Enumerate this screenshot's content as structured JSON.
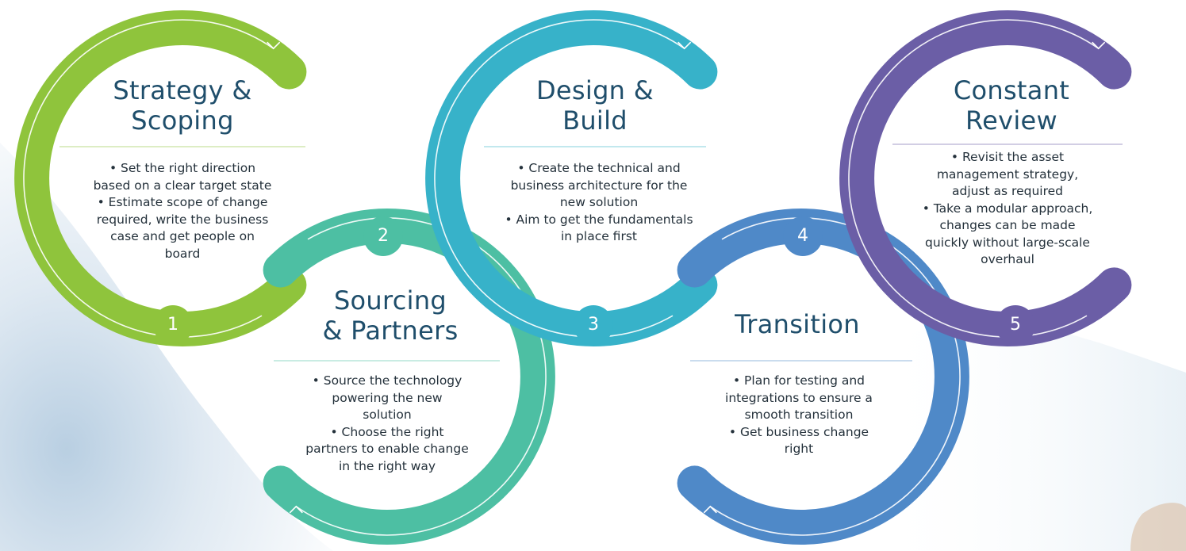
{
  "colors": {
    "stage1": "#8fc43c",
    "stage2": "#4dbfa3",
    "stage3": "#37b2c9",
    "stage4": "#4f89c8",
    "stage5": "#6b5ea6",
    "title_text": "#1f4e6b",
    "body_text": "#24313b"
  },
  "stages": [
    {
      "number": "1",
      "title_lines": [
        "Strategy &",
        "Scoping"
      ],
      "body_lines": [
        "• Set the right direction",
        "based on a clear target state",
        "• Estimate scope of change",
        "required, write the business",
        "case and get people on",
        "board"
      ]
    },
    {
      "number": "2",
      "title_lines": [
        "Sourcing",
        "& Partners"
      ],
      "body_lines": [
        "• Source the technology",
        "powering the new",
        "solution",
        "• Choose the right",
        "partners to enable change",
        "in the right way"
      ]
    },
    {
      "number": "3",
      "title_lines": [
        "Design &",
        "Build"
      ],
      "body_lines": [
        "• Create the technical and",
        "business architecture for the",
        "new solution",
        "• Aim to get the fundamentals",
        "in place first"
      ]
    },
    {
      "number": "4",
      "title_lines": [
        "Transition"
      ],
      "body_lines": [
        "• Plan for testing and",
        "integrations to ensure a",
        "smooth transition",
        "• Get business change",
        "right"
      ]
    },
    {
      "number": "5",
      "title_lines": [
        "Constant",
        "Review"
      ],
      "body_lines": [
        "• Revisit the asset",
        "management strategy,",
        "adjust as required",
        "• Take a modular approach,",
        "changes can be made",
        "quickly without large-scale",
        "overhaul"
      ]
    }
  ]
}
